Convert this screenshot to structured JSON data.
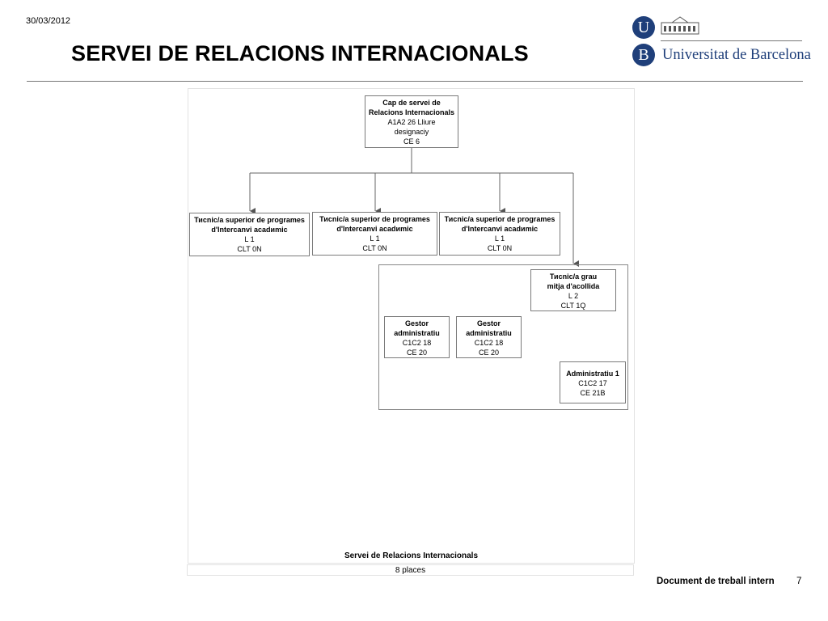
{
  "header": {
    "date": "30/03/2012",
    "title": "SERVEI DE RELACIONS INTERNACIONALS"
  },
  "logo": {
    "seal_top": "U",
    "seal_bottom": "B",
    "text": "Universitat de Barcelona",
    "brand_color": "#1f3f7a"
  },
  "org_chart": {
    "head": {
      "title_lines": [
        "Cap de servei de",
        "Relacions Internacionals"
      ],
      "detail_lines": [
        "A1A2 26 Lliure",
        "designaciу",
        "CE 6"
      ]
    },
    "tech_superior": [
      {
        "title_lines": [
          "Тиcnic/a superior de programes",
          "d'Intercanvi acadиmic"
        ],
        "detail_lines": [
          "L 1",
          "CLT 0N"
        ]
      },
      {
        "title_lines": [
          "Тиcnic/a superior de programes",
          "d'Intercanvi acadиmic"
        ],
        "detail_lines": [
          "L 1",
          "CLT 0N"
        ]
      },
      {
        "title_lines": [
          "Тиcnic/a superior de programes",
          "d'Intercanvi acadиmic"
        ],
        "detail_lines": [
          "L 1",
          "CLT 0N"
        ]
      }
    ],
    "tech_grau_mitja": {
      "title_lines": [
        "Тиcnic/a grau",
        "mitja d'acollida"
      ],
      "detail_lines": [
        "L 2",
        "CLT 1Q"
      ]
    },
    "gestors": [
      {
        "title_lines": [
          "Gestor",
          "administratiu"
        ],
        "detail_lines": [
          "C1C2 18",
          "CE 20"
        ]
      },
      {
        "title_lines": [
          "Gestor",
          "administratiu"
        ],
        "detail_lines": [
          "C1C2 18",
          "CE 20"
        ]
      }
    ],
    "administratiu": {
      "title_lines": [
        "Administratiu 1"
      ],
      "detail_lines": [
        "C1C2 17",
        "CE 21B"
      ]
    },
    "unit_label": "Servei de Relacions Internacionals",
    "places": "8 places"
  },
  "footer": {
    "document_label": "Document de treball intern",
    "page_number": "7"
  }
}
